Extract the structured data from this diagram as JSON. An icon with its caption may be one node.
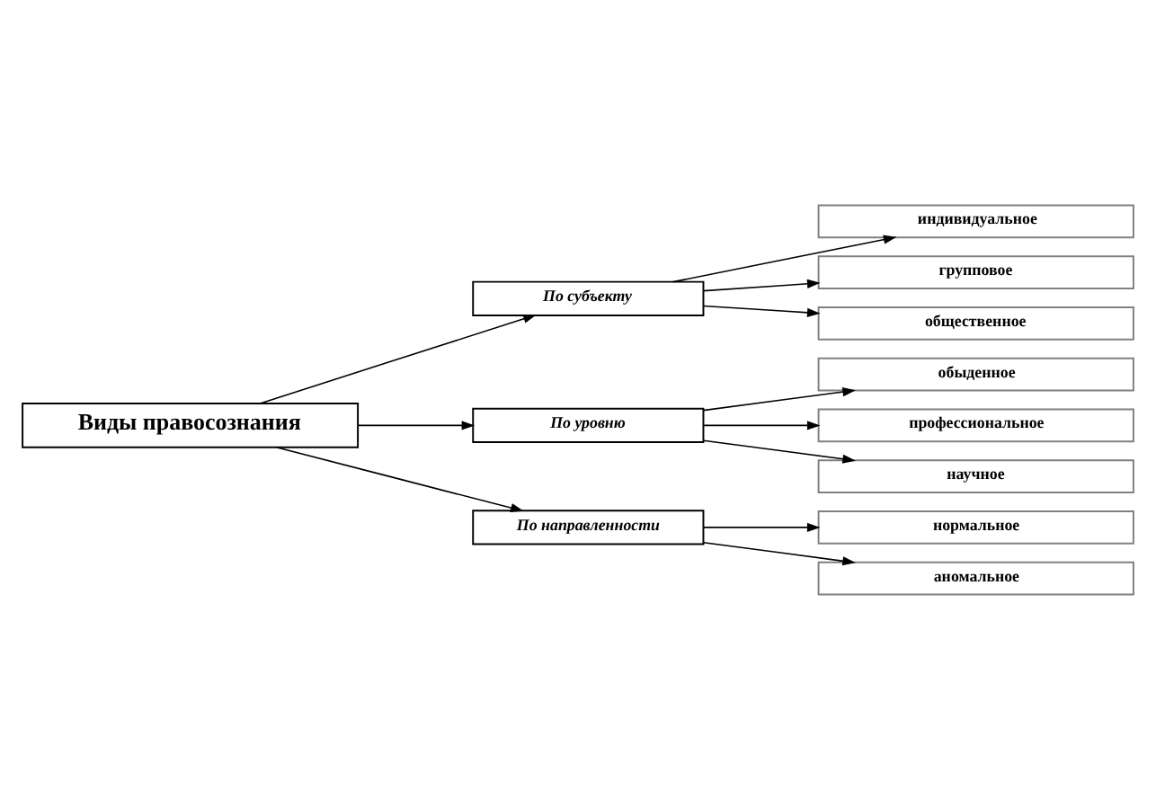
{
  "diagram": {
    "nodes": [
      {
        "text": [
          "Виды правосознания"
        ]
      },
      {
        "text": [
          "По субъекту"
        ]
      },
      {
        "text": [
          "индивидуальное"
        ]
      },
      {
        "text": [
          "групповое"
        ]
      },
      {
        "text": [
          "общественное"
        ]
      },
      {
        "text": [
          "По уровню"
        ]
      },
      {
        "text": [
          "обыденное"
        ]
      },
      {
        "text": [
          "профессиональное"
        ]
      },
      {
        "text": [
          "научное"
        ]
      },
      {
        "text": [
          "По направленности"
        ]
      },
      {
        "text": [
          "нормальное"
        ]
      },
      {
        "text": [
          "аномальное"
        ]
      }
    ],
    "edges": [
      {
        "from": 0,
        "to": 1,
        "arrow": "to"
      },
      {
        "from": 0,
        "to": 5,
        "arrow": "to"
      },
      {
        "from": 0,
        "to": 9,
        "arrow": "to"
      },
      {
        "from": 1,
        "to": 2,
        "arrow": "to"
      },
      {
        "from": 1,
        "to": 3,
        "arrow": "to"
      },
      {
        "from": 1,
        "to": 4,
        "arrow": "to"
      },
      {
        "from": 5,
        "to": 6,
        "arrow": "to"
      },
      {
        "from": 5,
        "to": 7,
        "arrow": "to"
      },
      {
        "from": 5,
        "to": 8,
        "arrow": "to"
      },
      {
        "from": 9,
        "to": 10,
        "arrow": "to"
      },
      {
        "from": 9,
        "to": 11,
        "arrow": "to"
      }
    ]
  }
}
